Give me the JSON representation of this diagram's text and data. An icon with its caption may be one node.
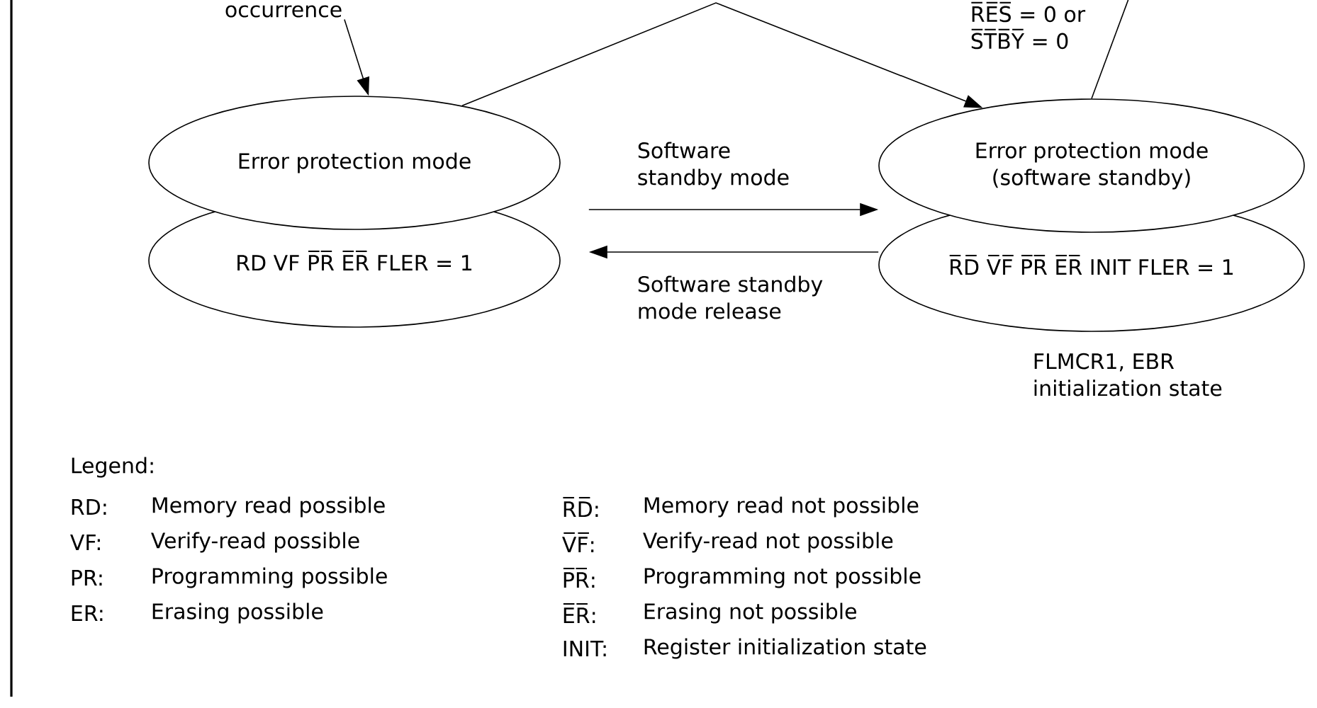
{
  "diagram": {
    "nodes": [
      {
        "text": [
          "occurrence"
        ]
      },
      {
        "text": [
          "Error protection mode"
        ]
      },
      {
        "text": [
          "RD VF P̅R̅ E̅R̅ FLER = 1"
        ]
      },
      {
        "text": [
          "Error protection mode (software standby)"
        ]
      },
      {
        "text": [
          "R̅D̅ V̅F̅ P̅R̅ E̅R̅ INIT FLER = 1"
        ],
        "beside": [
          "FLMCR1, EBR initialization state"
        ]
      },
      {
        "text": [
          "R̅E̅S̅ = 0 or S̅T̅B̅Y̅ = 0"
        ]
      }
    ],
    "edges": [
      {
        "from": 0,
        "to": 1,
        "arrow": "to"
      },
      {
        "from": 1,
        "to": 3,
        "arrow": "to"
      },
      {
        "from": 5,
        "to": 3,
        "arrow": "none"
      },
      {
        "from": 1,
        "to": 3,
        "arrow": "to",
        "label": "Software standby mode"
      },
      {
        "from": 4,
        "to": 2,
        "arrow": "to",
        "label": "Software standby mode release"
      }
    ],
    "labels": [
      "Legend:",
      "RD:",
      "Memory read possible",
      "R̅D̅:",
      "Memory read not possible",
      "VF:",
      "Verify-read possible",
      "V̅F̅:",
      "Verify-read not possible",
      "PR:",
      "Programming possible",
      "P̅R̅:",
      "Programming not possible",
      "ER:",
      "Erasing possible",
      "E̅R̅:",
      "Erasing not possible",
      "INIT:",
      "Register initialization state"
    ]
  }
}
